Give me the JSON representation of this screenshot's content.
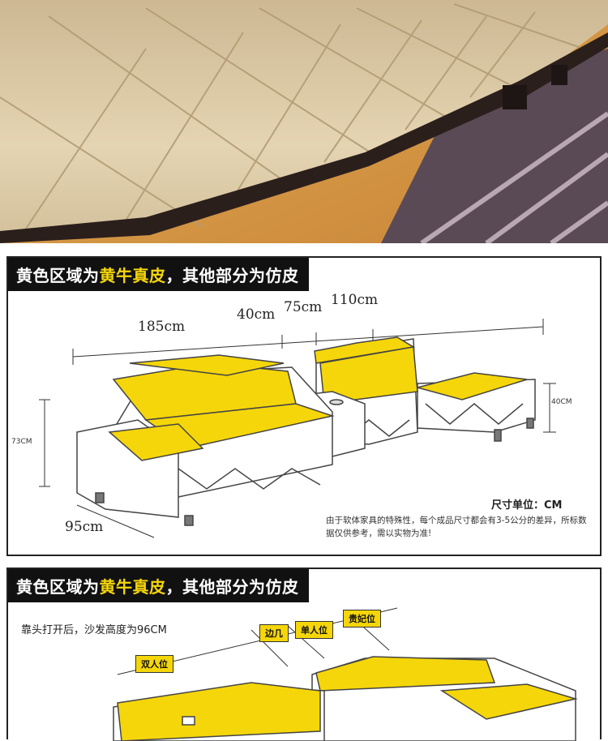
{
  "banner": {
    "prefix": "黄色区域为",
    "highlight": "黄牛真皮",
    "suffix": "，其他部分为仿皮"
  },
  "panel1": {
    "dims": {
      "len_185": "185cm",
      "len_40": "40cm",
      "len_75": "75cm",
      "len_110": "110cm",
      "height_73": "73CM",
      "height_40": "40CM",
      "depth_95": "95cm"
    },
    "unit_label": "尺寸单位：CM",
    "note": "由于软体家具的特殊性，每个成品尺寸都会有3-5公分的差异，所标数据仅供参考，需以实物为准!"
  },
  "panel2": {
    "headrest_note": "靠头打开后，沙发高度为96CM",
    "labels": {
      "side_table": "边几",
      "single_seat": "单人位",
      "chaise": "贵妃位",
      "double_seat": "双人位"
    }
  },
  "colors": {
    "leather_yellow": "#f5d60a",
    "banner_black": "#111111"
  }
}
